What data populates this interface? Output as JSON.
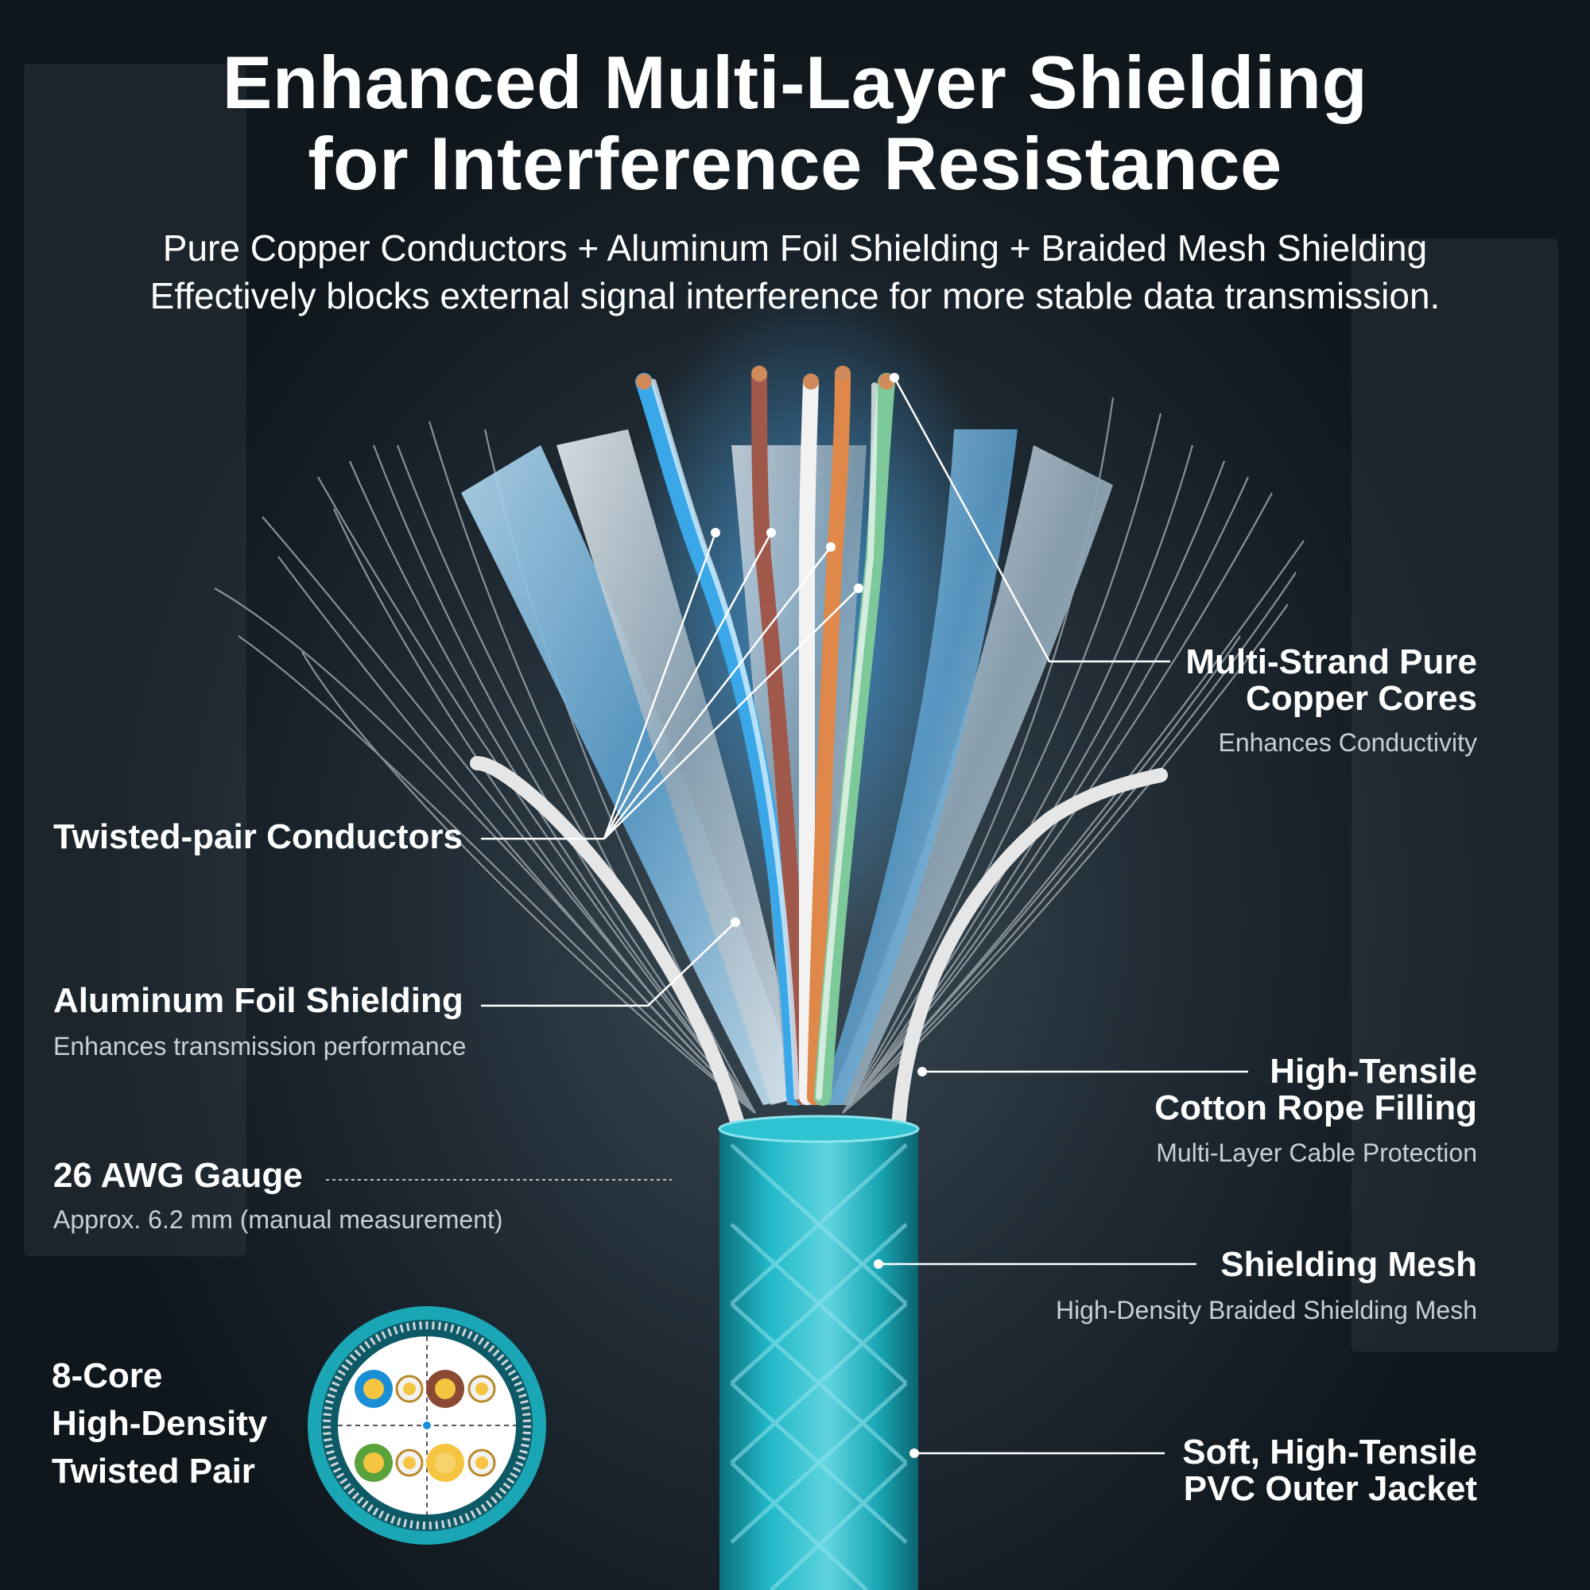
{
  "header": {
    "title_line1": "Enhanced Multi-Layer Shielding",
    "title_line2": "for Interference Resistance",
    "subtitle_line1": "Pure Copper Conductors + Aluminum Foil Shielding + Braided Mesh Shielding",
    "subtitle_line2": "Effectively blocks external signal interference for more stable data transmission."
  },
  "callouts": {
    "copper_cores": {
      "title_line1": "Multi-Strand Pure",
      "title_line2": "Copper Cores",
      "desc": "Enhances Conductivity"
    },
    "twisted_pair": {
      "title": "Twisted-pair Conductors"
    },
    "foil": {
      "title": "Aluminum Foil Shielding",
      "desc": "Enhances transmission performance"
    },
    "cotton": {
      "title_line1": "High-Tensile",
      "title_line2": "Cotton Rope Filling",
      "desc": "Multi-Layer Cable Protection"
    },
    "gauge": {
      "title": "26 AWG Gauge",
      "desc": "Approx. 6.2 mm (manual measurement)"
    },
    "mesh": {
      "title": "Shielding Mesh",
      "desc": "High-Density Braided Shielding Mesh"
    },
    "core8": {
      "title_line1": "8-Core",
      "title_line2": "High-Density",
      "title_line3": "Twisted Pair"
    },
    "jacket": {
      "title_line1": "Soft, High-Tensile",
      "title_line2": "PVC Outer Jacket"
    }
  },
  "colors": {
    "jacket_teal": "#1aa6b5",
    "wire_blue": "#3aa8e8",
    "wire_brown": "#a0584a",
    "wire_orange": "#e0874a",
    "wire_green": "#7ec99a",
    "foil_silver": "#b9c6d0"
  }
}
